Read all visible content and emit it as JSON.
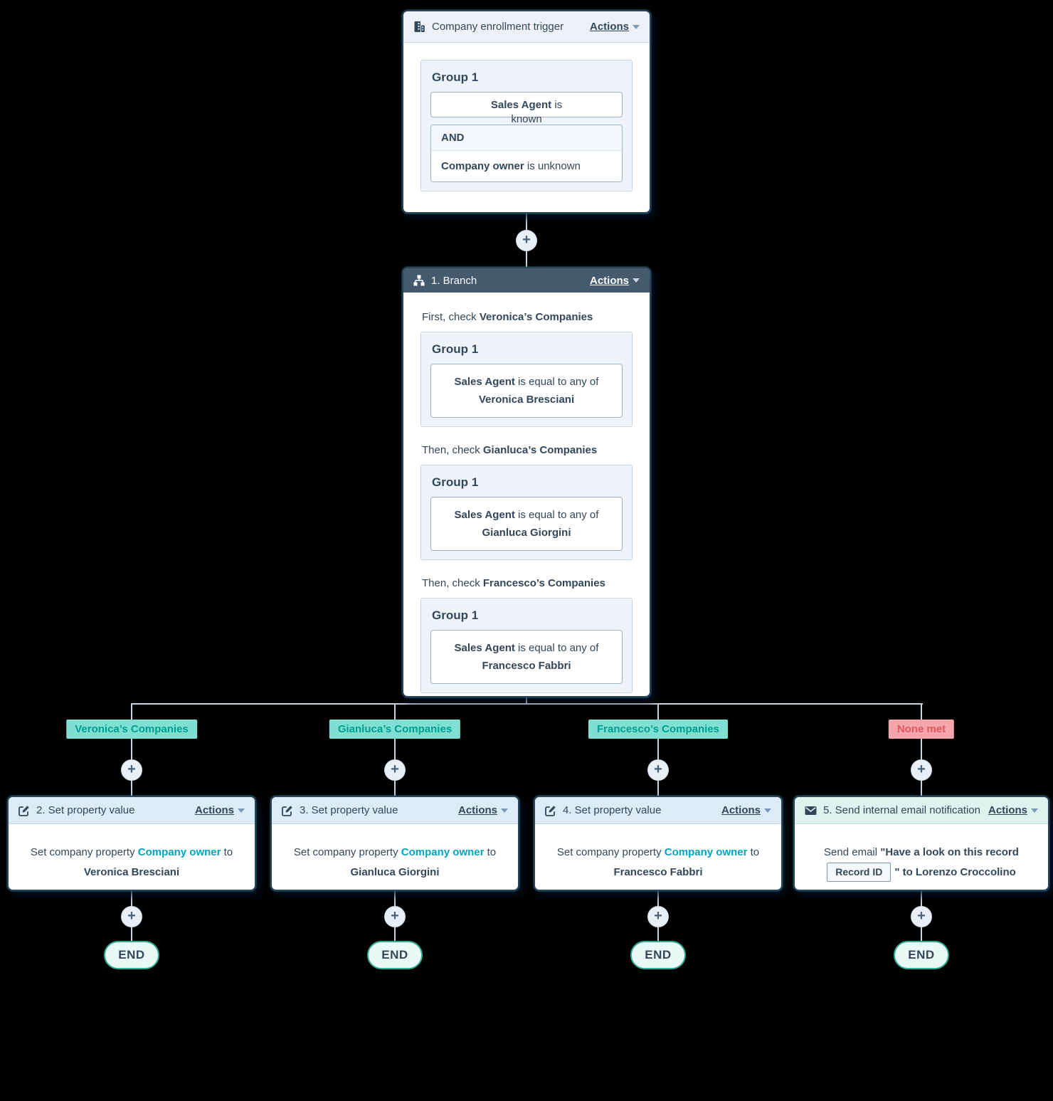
{
  "colors": {
    "canvas_bg": "#000000",
    "card_border": "#2c4257",
    "dark_header_bg": "#45596f",
    "branch_match_bg": "#7fdfd2",
    "branch_match_text": "#00a091",
    "branch_none_bg": "#f5a6aa",
    "branch_none_text": "#e0565e",
    "property_link": "#00a4bd",
    "end_border": "#2fae94",
    "connector_line": "#c9d5e3"
  },
  "icons": {
    "trigger_header": "building-icon",
    "branch_header": "sitemap-icon",
    "set_property_header": "edit-icon",
    "email_header": "envelope-icon",
    "connector": "plus-icon",
    "actions_caret": "caret-down-icon"
  },
  "trigger": {
    "title": "Company enrollment trigger",
    "actions": "Actions",
    "group_label": "Group 1",
    "cond1": {
      "bold": "Sales Agent",
      "op": " is",
      "value": "known"
    },
    "and_label": "AND",
    "cond2": {
      "bold": "Company owner",
      "rest": " is unknown"
    }
  },
  "branch": {
    "title": "1. Branch",
    "actions": "Actions",
    "sections": [
      {
        "prefix": "First, check ",
        "name": "Veronica’s Companies",
        "group_label": "Group 1",
        "cond_bold": "Sales Agent",
        "cond_rest": " is equal to any of",
        "value": "Veronica Bresciani"
      },
      {
        "prefix": "Then, check ",
        "name": "Gianluca’s Companies",
        "group_label": "Group 1",
        "cond_bold": "Sales Agent",
        "cond_rest": " is equal to any of",
        "value": "Gianluca Giorgini"
      },
      {
        "prefix": "Then, check ",
        "name": "Francesco’s Companies",
        "group_label": "Group 1",
        "cond_bold": "Sales Agent",
        "cond_rest": " is equal to any of",
        "value": "Francesco Fabbri"
      }
    ]
  },
  "columns": [
    {
      "pill": "Veronica’s Companies",
      "card": {
        "title": "2. Set property value",
        "actions": "Actions",
        "line1_pre": "Set company property ",
        "line1_link": "Company owner",
        "line1_post": " to",
        "line2": "Veronica Bresciani"
      },
      "end": "END"
    },
    {
      "pill": "Gianluca’s Companies",
      "card": {
        "title": "3. Set property value",
        "actions": "Actions",
        "line1_pre": "Set company property ",
        "line1_link": "Company owner",
        "line1_post": " to",
        "line2": "Gianluca Giorgini"
      },
      "end": "END"
    },
    {
      "pill": "Francesco’s Companies",
      "card": {
        "title": "4. Set property value",
        "actions": "Actions",
        "line1_pre": "Set company property ",
        "line1_link": "Company owner",
        "line1_post": " to",
        "line2": "Francesco Fabbri"
      },
      "end": "END"
    },
    {
      "pill": "None met",
      "card": {
        "title": "5. Send internal email notification",
        "actions": "Actions",
        "line1_pre": "Send email ",
        "line1_bold": "\"Have a look on this record",
        "token": "Record ID",
        "line2_bold": "\" to Lorenzo Croccolino"
      },
      "end": "END"
    }
  ]
}
